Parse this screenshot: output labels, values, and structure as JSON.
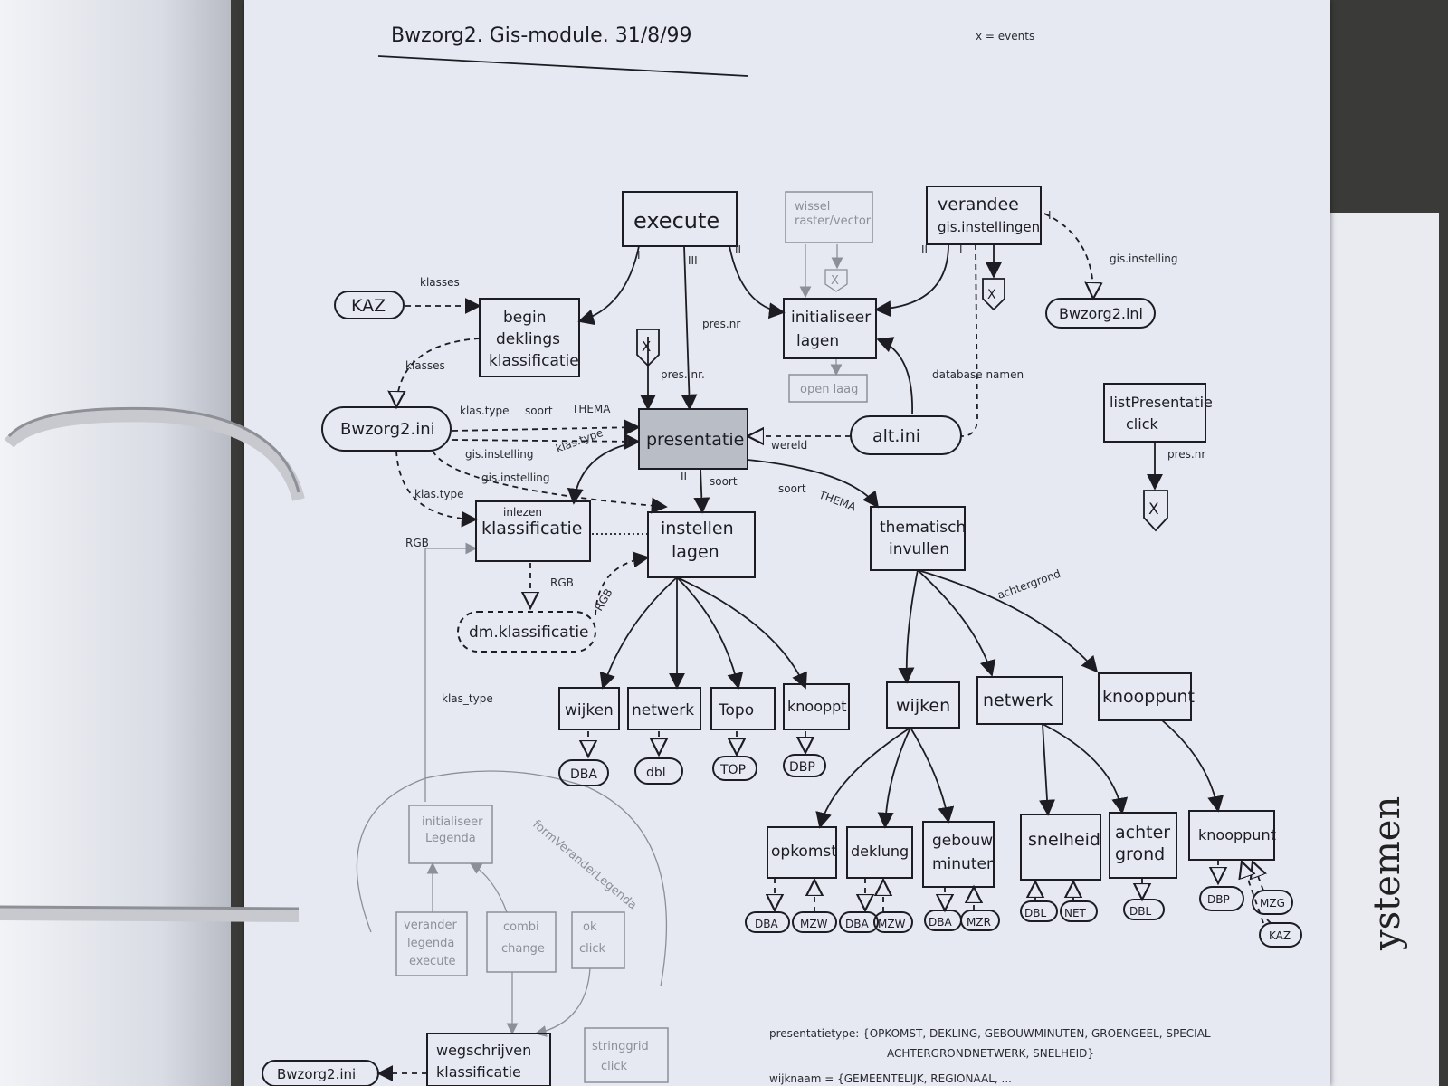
{
  "title": "Bwzorg2. Gis-module. 31/8/99",
  "legend_note": "x = events",
  "side_text": "ystemen",
  "nodes": {
    "execute": "execute",
    "wissel": [
      "wissel",
      "raster/vector"
    ],
    "verandee": [
      "verandee",
      "gis.instellingen"
    ],
    "kaz": "KAZ",
    "begin": [
      "begin",
      "deklings",
      "klassificatie"
    ],
    "initialiseer": [
      "initialiseer",
      "lagen"
    ],
    "open_laag": "open laag",
    "bwzorg_ini_top": "Bwzorg2.ini",
    "bwzorg_ini_left": "Bwzorg2.ini",
    "bwzorg_ini_bottom": "Bwzorg2.ini",
    "presentatie": "presentatie",
    "alt_ini": "alt.ini",
    "list_presentatie": [
      "listPresentatie",
      "click"
    ],
    "klassificatie": [
      "inlezen",
      "klassificatie"
    ],
    "instellen": [
      "instellen",
      "lagen"
    ],
    "thematisch": [
      "thematisch",
      "invullen"
    ],
    "dm_klassificatie": "dm.klassificatie",
    "l_wijken": "wijken",
    "l_netwerk": "netwerk",
    "l_topo": "Topo",
    "l_knooppt": "knooppt",
    "db_dba": "DBA",
    "db_dbl": "dbl",
    "db_top": "TOP",
    "db_dbp": "DBP",
    "t_wijken": "wijken",
    "t_netwerk": "netwerk",
    "t_knooppunt": "knooppunt",
    "opkomst": "opkomst",
    "deklung": "deklung",
    "gebouw": [
      "gebouw",
      "minuten"
    ],
    "snelheid": "snelheid",
    "achtergrond": [
      "achter",
      "grond"
    ],
    "knooppunt2": "knooppunt",
    "leaf": [
      "DBA",
      "MZW",
      "DBA",
      "MZW",
      "DBA",
      "MZR",
      "DBL",
      "NET",
      "DBL",
      "DBP",
      "MZG",
      "KAZ"
    ],
    "init_legenda": [
      "initialiseer",
      "Legenda"
    ],
    "verander_legenda": [
      "verander",
      "legenda",
      "execute"
    ],
    "combi_change": [
      "combi",
      "change"
    ],
    "ok_click": [
      "ok",
      "click"
    ],
    "wegschrijven": [
      "wegschrijven",
      "klassificatie"
    ],
    "stringgrid": [
      "stringgrid",
      "click"
    ],
    "form_label": "formVeranderLegenda",
    "event_x": "X"
  },
  "edge_labels": {
    "klasses1": "klasses",
    "klasses2": "klasses",
    "pres_nr1": "pres.nr",
    "pres_nr2": "pres. nr.",
    "pres_nr3": "pres.nr",
    "gis_inst": "gis.instelling",
    "databasenamen": "database namen",
    "klas_type1": "klas.type",
    "soort1": "soort",
    "thema1": "THEMA",
    "gis_inst2": "gis.instelling",
    "klas_type2": "klas.type",
    "gis_inst3": "gis.instelling",
    "wereld": "wereld",
    "soort2": "soort",
    "soort3": "soort",
    "thema2": "THEMA",
    "klas_type3": "klas.type",
    "rgb1": "RGB",
    "rgb2": "RGB",
    "rgb3": "RGB",
    "achtergrond": "achtergrond",
    "klas_type4": "klas_type",
    "I": "I",
    "II": "II",
    "III": "III"
  },
  "footer": {
    "line1": "presentatietype: {OPKOMST, DEKLING, GEBOUWMINUTEN, GROENGEEL, SPECIAL",
    "line2": "ACHTERGRONDNETWERK, SNELHEID}",
    "line3": "wijknaam = {GEMEENTELIJK, REGIONAAL, ..."
  }
}
